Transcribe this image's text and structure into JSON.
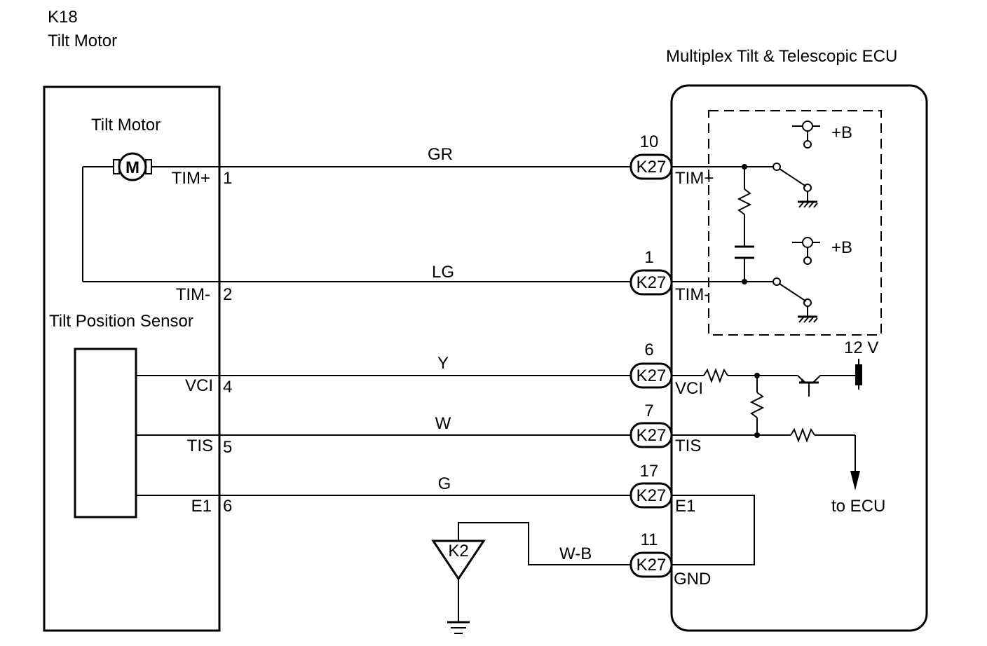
{
  "header": {
    "component_code": "K18",
    "component_name": "Tilt Motor"
  },
  "ecu": {
    "title": "Multiplex Tilt & Telescopic ECU",
    "connector": "K27",
    "supply_label": "+B",
    "voltage_label": "12 V",
    "output_label": "to ECU"
  },
  "motor_side": {
    "motor_label": "Tilt Motor",
    "motor_symbol": "M",
    "sensor_label": "Tilt Position Sensor"
  },
  "ground_connector": "K2",
  "wires": [
    {
      "motor_terminal": "TIM+",
      "motor_pin": "1",
      "color": "GR",
      "ecu_pin": "10",
      "ecu_terminal": "TIM+"
    },
    {
      "motor_terminal": "TIM-",
      "motor_pin": "2",
      "color": "LG",
      "ecu_pin": "1",
      "ecu_terminal": "TIM-"
    },
    {
      "motor_terminal": "VCI",
      "motor_pin": "4",
      "color": "Y",
      "ecu_pin": "6",
      "ecu_terminal": "VCI"
    },
    {
      "motor_terminal": "TIS",
      "motor_pin": "5",
      "color": "W",
      "ecu_pin": "7",
      "ecu_terminal": "TIS"
    },
    {
      "motor_terminal": "E1",
      "motor_pin": "6",
      "color": "G",
      "ecu_pin": "17",
      "ecu_terminal": "E1"
    },
    {
      "color": "W-B",
      "ecu_pin": "11",
      "ecu_terminal": "GND"
    }
  ]
}
